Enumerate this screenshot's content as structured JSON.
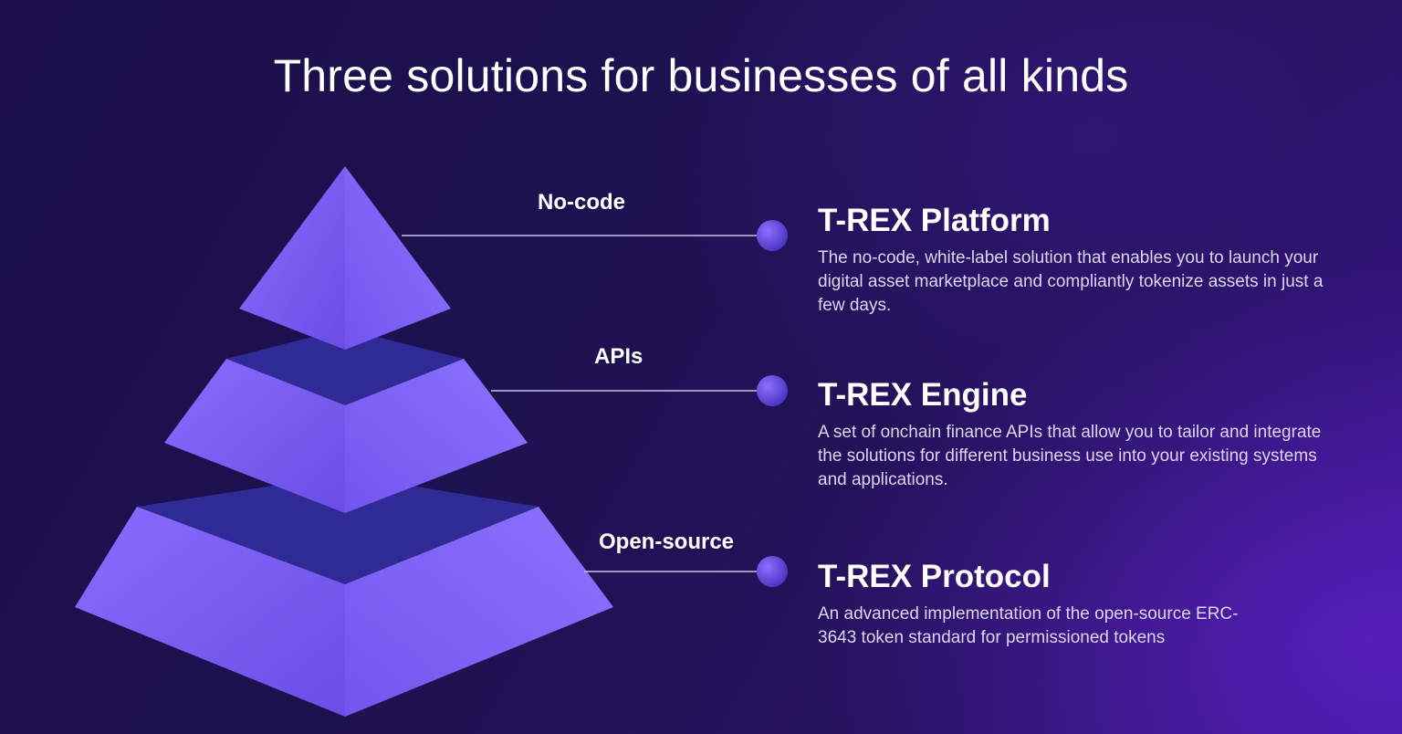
{
  "page": {
    "title": "Three solutions for businesses of all kinds"
  },
  "tiers": [
    {
      "label": "No-code",
      "title": "T-REX Platform",
      "description": "The no-code, white-label solution that enables you to launch your digital asset marketplace and compliantly tokenize assets in just a few days."
    },
    {
      "label": "APIs",
      "title": "T-REX Engine",
      "description": "A set of onchain finance APIs that allow you to tailor and integrate the solutions for different business use into your existing systems and applications."
    },
    {
      "label": "Open-source",
      "title": "T-REX Protocol",
      "description": "An advanced implementation of the open-source ERC-3643 token standard for permissioned tokens"
    }
  ],
  "colors": {
    "face_light": "#8060f8",
    "face_dark": "#6d4ae6",
    "plate": "#2e2a94",
    "marker": "#6a4ee6",
    "connector": "#c9c2e8"
  }
}
